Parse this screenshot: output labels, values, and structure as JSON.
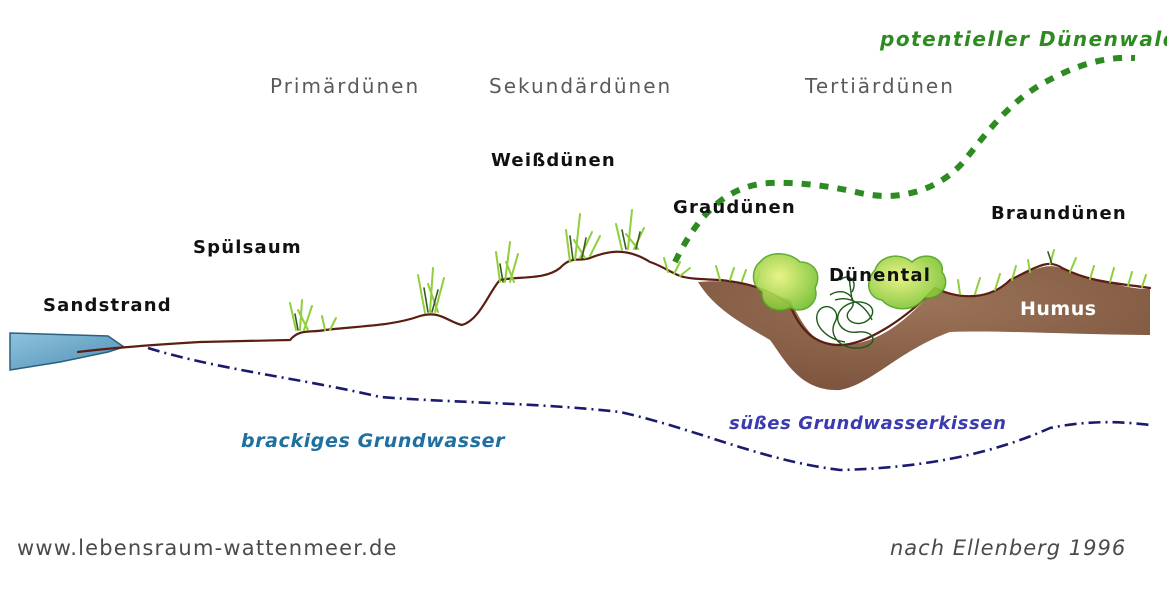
{
  "labels": {
    "sandstrand": "Sandstrand",
    "spuelsaum": "Spülsaum",
    "primaerduenen": "Primärdünen",
    "sekundaerduenen": "Sekundärdünen",
    "tertiaerduenen": "Tertiärdünen",
    "weissduenen": "Weißdünen",
    "grauduenen": "Graudünen",
    "braunduenen": "Braundünen",
    "duenental": "Dünental",
    "humus": "Humus",
    "potentieller_duenenwald": "potentieller Dünenwald",
    "brackiges_grundwasser": "brackiges Grundwasser",
    "suesses_grundwasserkissen": "süßes Grundwasserkissen"
  },
  "footer": {
    "website": "www.lebensraum-wattenmeer.de",
    "source": "nach Ellenberg 1996"
  },
  "colors": {
    "water": "#6ea9c9",
    "ground_line": "#5a1e12",
    "soil": "#8a6048",
    "grass": "#8fcf3a",
    "forest_line": "#2e8b22",
    "groundwater_line": "#1a1a6e"
  }
}
